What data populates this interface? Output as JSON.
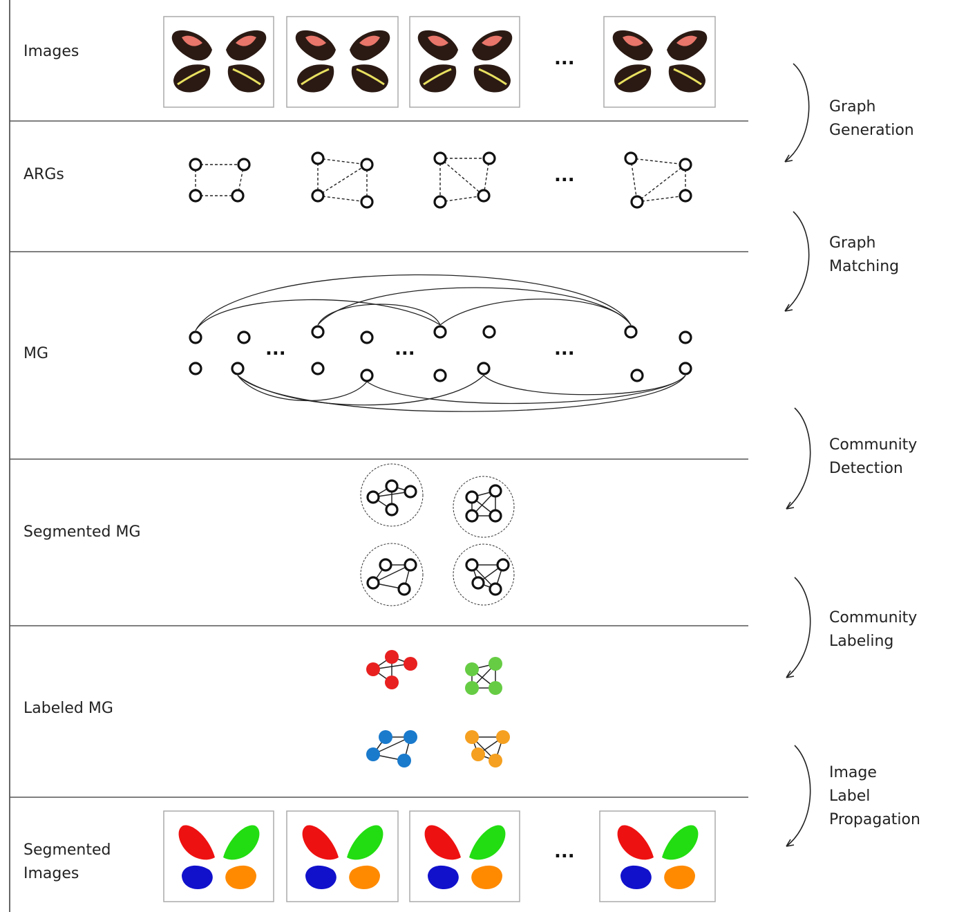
{
  "rows": [
    {
      "label": "Images"
    },
    {
      "label": "ARGs"
    },
    {
      "label": "MG"
    },
    {
      "label": "Segmented MG"
    },
    {
      "label": "Labeled MG"
    },
    {
      "label": "Segmented\nImages"
    }
  ],
  "steps": [
    {
      "label": "Graph\nGeneration"
    },
    {
      "label": "Graph\nMatching"
    },
    {
      "label": "Community\nDetection"
    },
    {
      "label": "Community\nLabeling"
    },
    {
      "label": "Image\nLabel\nPropagation"
    }
  ],
  "ellipsis": "...",
  "colors": {
    "wing_dark": "#2b1a14",
    "wing_patch": "#e8766a",
    "wing_stripe": "#e8e060",
    "red": "#ee1111",
    "green": "#22dd11",
    "blue": "#1111cc",
    "orange": "#ff8a00",
    "node_red": "#e82020",
    "node_green": "#66cc44",
    "node_blue": "#1a7acc",
    "node_orange": "#f5a020"
  },
  "icons": {
    "butterfly": "butterfly-image",
    "segmented_butterfly": "segmented-butterfly-image",
    "arrow": "curved-arrow-icon"
  }
}
